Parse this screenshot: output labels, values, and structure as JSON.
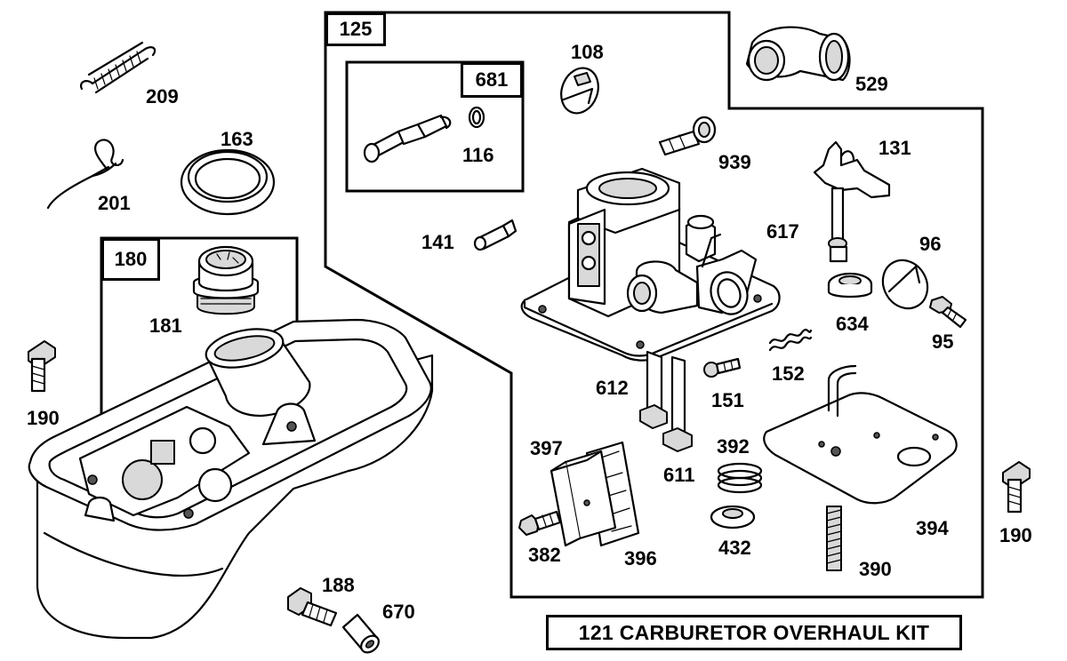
{
  "diagram": {
    "kit_label": "121 CARBURETOR OVERHAUL KIT",
    "boxes": {
      "carb_assembly": "125",
      "inner_kit": "681",
      "tank_group": "180"
    },
    "parts": {
      "p209": "209",
      "p201": "201",
      "p163": "163",
      "p181": "181",
      "p190_left": "190",
      "p188": "188",
      "p670": "670",
      "p108": "108",
      "p529": "529",
      "p116": "116",
      "p939": "939",
      "p131": "131",
      "p141": "141",
      "p617": "617",
      "p96": "96",
      "p634": "634",
      "p95": "95",
      "p152": "152",
      "p612": "612",
      "p151": "151",
      "p397": "397",
      "p392": "392",
      "p611": "611",
      "p382": "382",
      "p396": "396",
      "p432": "432",
      "p390": "390",
      "p394": "394",
      "p190_right": "190"
    }
  }
}
